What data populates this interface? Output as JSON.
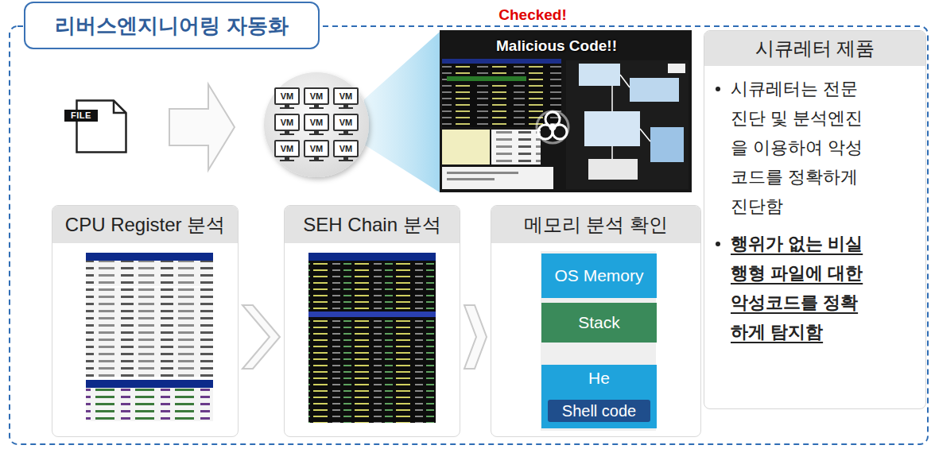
{
  "diagram": {
    "nodes": [
      {
        "text": [
          "리버스엔지니어링 자동화"
        ]
      },
      {
        "text": [
          "FILE"
        ]
      },
      {
        "text": [
          "시큐레터 제품",
          "시큐레터는 전문 진단 및 분석엔진을 이용하여 악성코드를 정확하게 진단함",
          "행위가 없는 비실행형 파일에 대한 악성코드를 정확하게 탐지함"
        ]
      },
      {
        "text": [
          "CPU Register 분석"
        ]
      },
      {
        "text": [
          "SEH Chain 분석"
        ]
      },
      {
        "text": [
          "메모리 분석 확인"
        ]
      },
      {
        "text": [
          "OS Memory"
        ],
        "in": 5
      },
      {
        "text": [
          "Stack"
        ],
        "in": 5
      },
      {
        "text": [
          "He"
        ],
        "in": 5
      },
      {
        "text": [
          "Shell code"
        ],
        "in": 8
      }
    ],
    "edges": [
      {
        "from": 3,
        "to": 4,
        "arrow": "to"
      },
      {
        "from": 4,
        "to": 5,
        "arrow": "to"
      }
    ],
    "labels": [
      "VM",
      "VM",
      "VM",
      "VM",
      "VM",
      "VM",
      "VM",
      "VM",
      "VM",
      "Checked!",
      "Malicious Code!!"
    ]
  }
}
